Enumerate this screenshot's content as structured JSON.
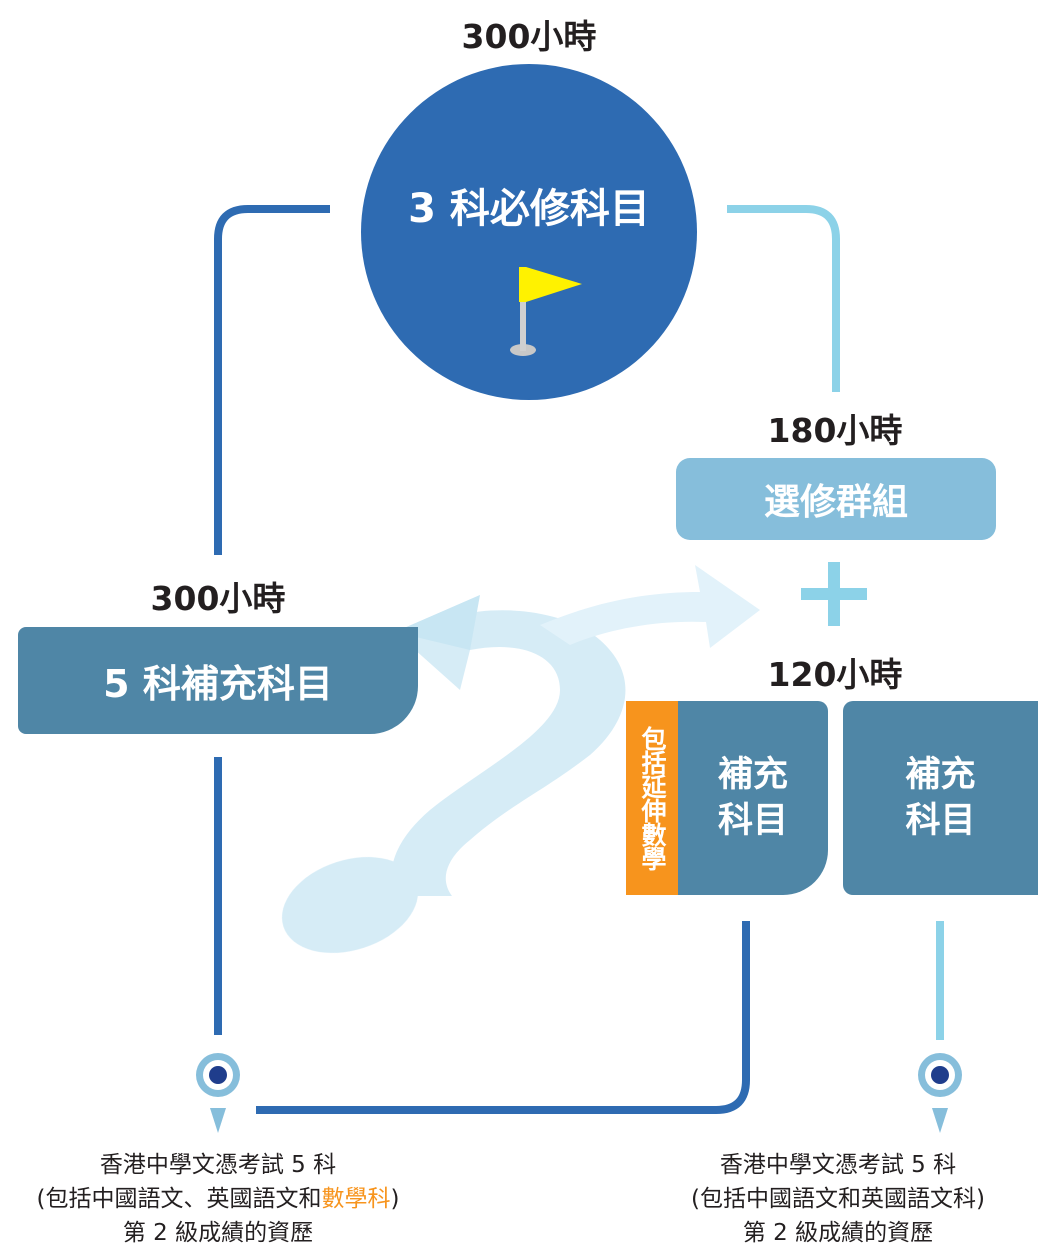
{
  "top": {
    "hours": "300小時",
    "title": "3 科必修科目"
  },
  "elective_group": {
    "hours": "180小時",
    "title": "選修群組"
  },
  "plus_symbol": "+",
  "supplementary_group": {
    "hours": "120小時",
    "subject_a": "補充\n科目",
    "subject_a_tag": "包括延伸數學",
    "subject_b": "補充\n科目"
  },
  "left_box": {
    "hours": "300小時",
    "title": "5 科補充科目"
  },
  "outcome_left": {
    "line1": "香港中學文憑考試 5 科",
    "line2_prefix": "(包括中國語文、英國語文和",
    "line2_highlight": "數學科",
    "line2_suffix": ")",
    "line3": "第 2 級成績的資歷"
  },
  "outcome_right": {
    "line1": "香港中學文憑考試 5 科",
    "line2": "(包括中國語文和英國語文科)",
    "line3": "第 2 級成績的資歷"
  },
  "colors": {
    "dark_blue": "#2e6bb2",
    "light_blue": "#8cd2e8",
    "steel_blue": "#4f86a6",
    "pale_blue": "#86bedb",
    "orange": "#f7941d",
    "flag_yellow": "#fff200"
  }
}
